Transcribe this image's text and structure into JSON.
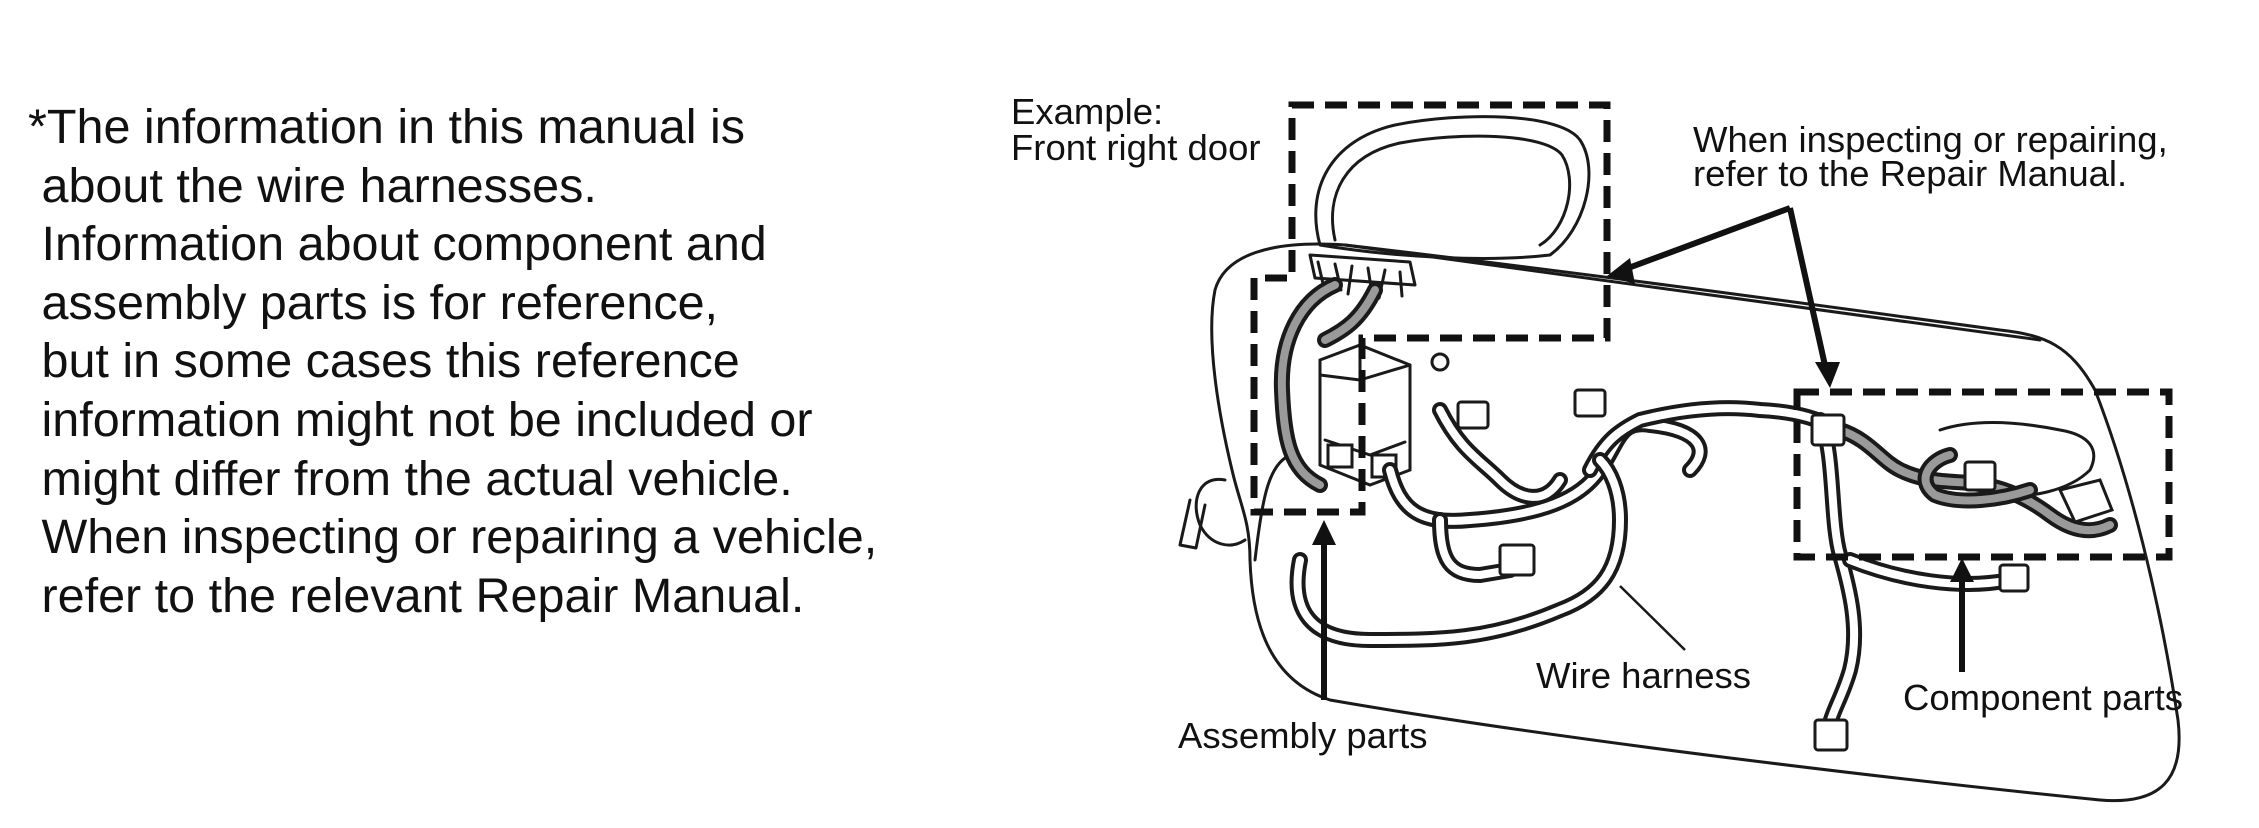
{
  "note": {
    "lines": [
      "*The information in this manual is",
      " about the wire harnesses.",
      " Information about component and",
      " assembly parts is for reference,",
      " but in some cases this reference",
      " information might not be included or",
      " might differ from the actual vehicle.",
      " When inspecting or repairing a vehicle,",
      " refer to the relevant Repair Manual."
    ]
  },
  "figure": {
    "example_line1": "Example:",
    "example_line2": "Front right door",
    "callout_line1": "When inspecting or repairing,",
    "callout_line2": "refer to the Repair Manual.",
    "wire_harness_label": "Wire harness",
    "assembly_parts_label": "Assembly parts",
    "component_parts_label": "Component parts"
  }
}
